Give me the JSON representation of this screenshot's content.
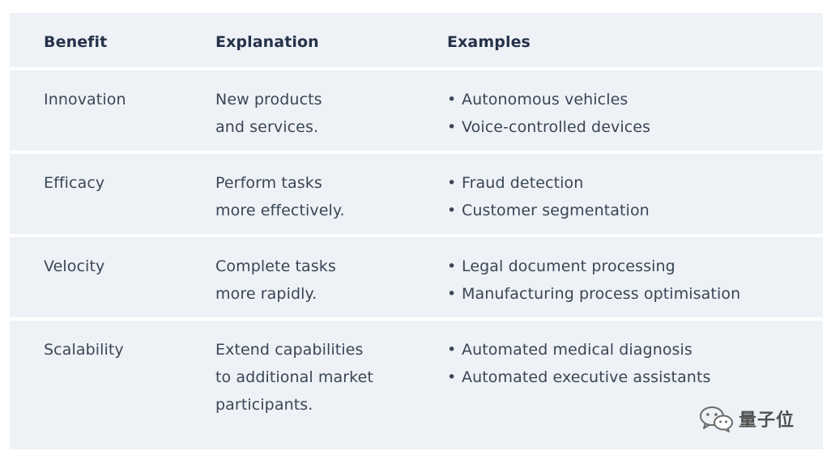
{
  "table": {
    "headers": [
      "Benefit",
      "Explanation",
      "Examples"
    ],
    "rows": [
      {
        "benefit": "Innovation",
        "explanation": [
          "New products",
          "and services."
        ],
        "examples": [
          "Autonomous vehicles",
          "Voice-controlled devices"
        ]
      },
      {
        "benefit": "Efficacy",
        "explanation": [
          "Perform tasks",
          "more effectively."
        ],
        "examples": [
          "Fraud detection",
          "Customer segmentation"
        ]
      },
      {
        "benefit": "Velocity",
        "explanation": [
          "Complete tasks",
          "more rapidly."
        ],
        "examples": [
          "Legal document processing",
          "Manufacturing process optimisation"
        ]
      },
      {
        "benefit": "Scalability",
        "explanation": [
          "Extend capabilities",
          "to additional market",
          "participants."
        ],
        "examples": [
          "Automated medical diagnosis",
          "Automated executive assistants"
        ]
      }
    ],
    "bullet": "•"
  },
  "watermark": {
    "text": "量子位",
    "icon": "wechat-icon"
  },
  "colors": {
    "row_background": "#eef2f6",
    "text": "#3a4556",
    "header_text": "#25324a"
  }
}
